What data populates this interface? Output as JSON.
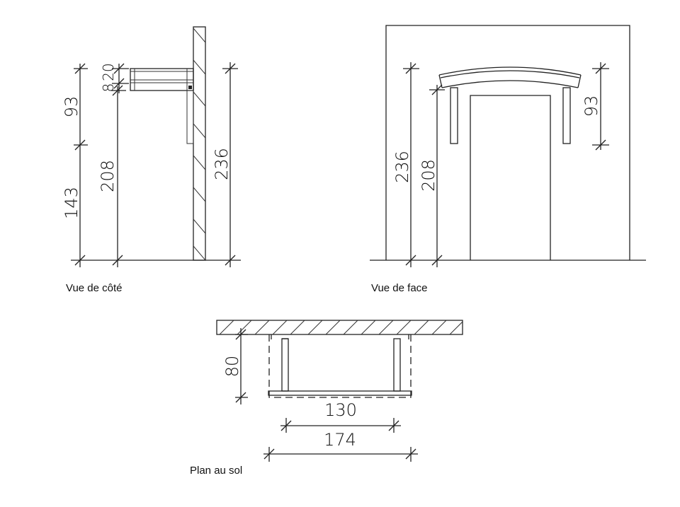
{
  "views": {
    "side": {
      "caption": "Vue de côté",
      "dims": {
        "d93": "93",
        "d143": "143",
        "d208": "208",
        "d236": "236",
        "d8": "8",
        "d20": "20"
      }
    },
    "face": {
      "caption": "Vue de face",
      "dims": {
        "d236": "236",
        "d208": "208",
        "d93": "93"
      }
    },
    "plan": {
      "caption": "Plan au sol",
      "dims": {
        "d80": "80",
        "d130": "130",
        "d174": "174"
      }
    }
  }
}
